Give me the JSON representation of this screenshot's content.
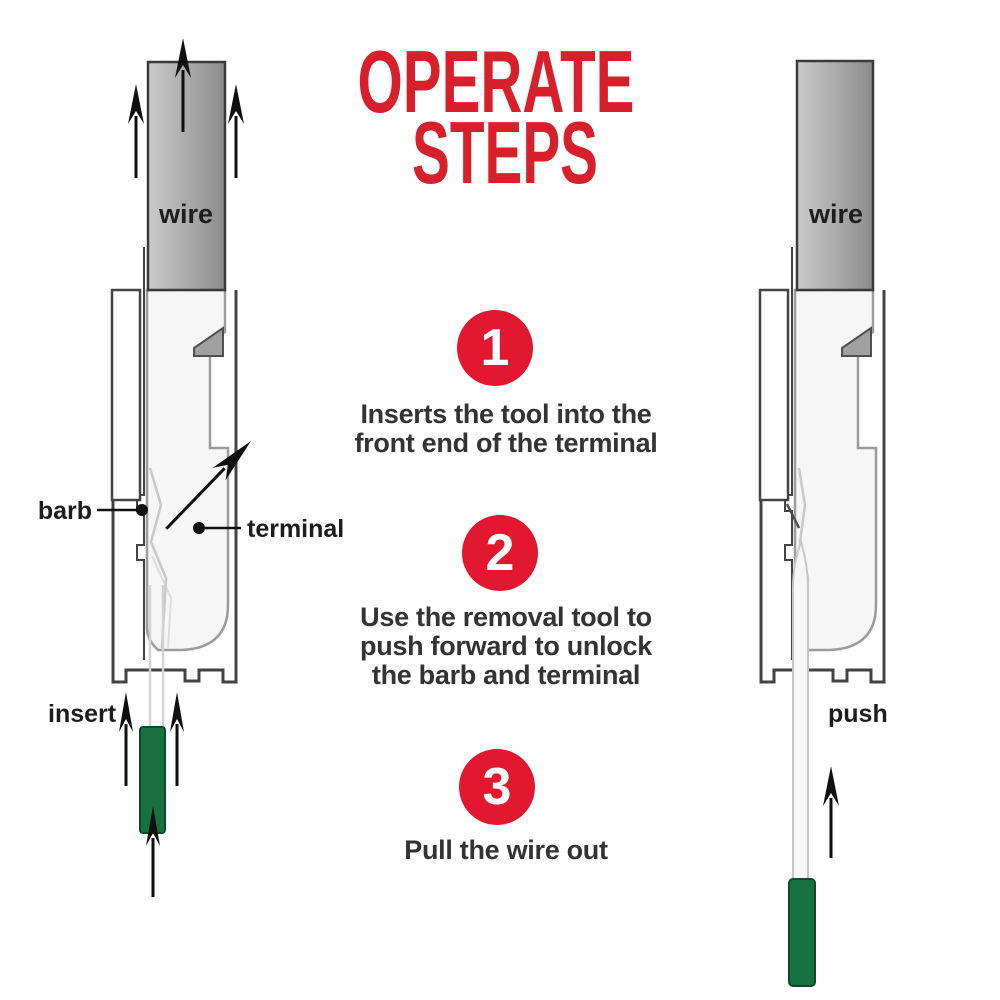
{
  "title": {
    "line1": "OPERATE",
    "line2": "STEPS"
  },
  "colors": {
    "red": "#d8202c",
    "circle_red": "#e1182f",
    "green": "#17713e",
    "green_dark": "#0a4c28",
    "label_text": "#1d1d1d",
    "step_text": "#333333"
  },
  "steps": [
    {
      "number": "1",
      "lines": [
        "Inserts the tool into the",
        "front end of the terminal"
      ]
    },
    {
      "number": "2",
      "lines": [
        "Use the removal tool to",
        "push forward to unlock",
        "the barb and terminal"
      ]
    },
    {
      "number": "3",
      "lines": [
        "Pull the wire out"
      ]
    }
  ],
  "left_diagram": {
    "wire_label": "wire",
    "barb_label": "barb",
    "terminal_label": "terminal",
    "insert_label": "insert"
  },
  "right_diagram": {
    "wire_label": "wire",
    "push_label": "push"
  }
}
